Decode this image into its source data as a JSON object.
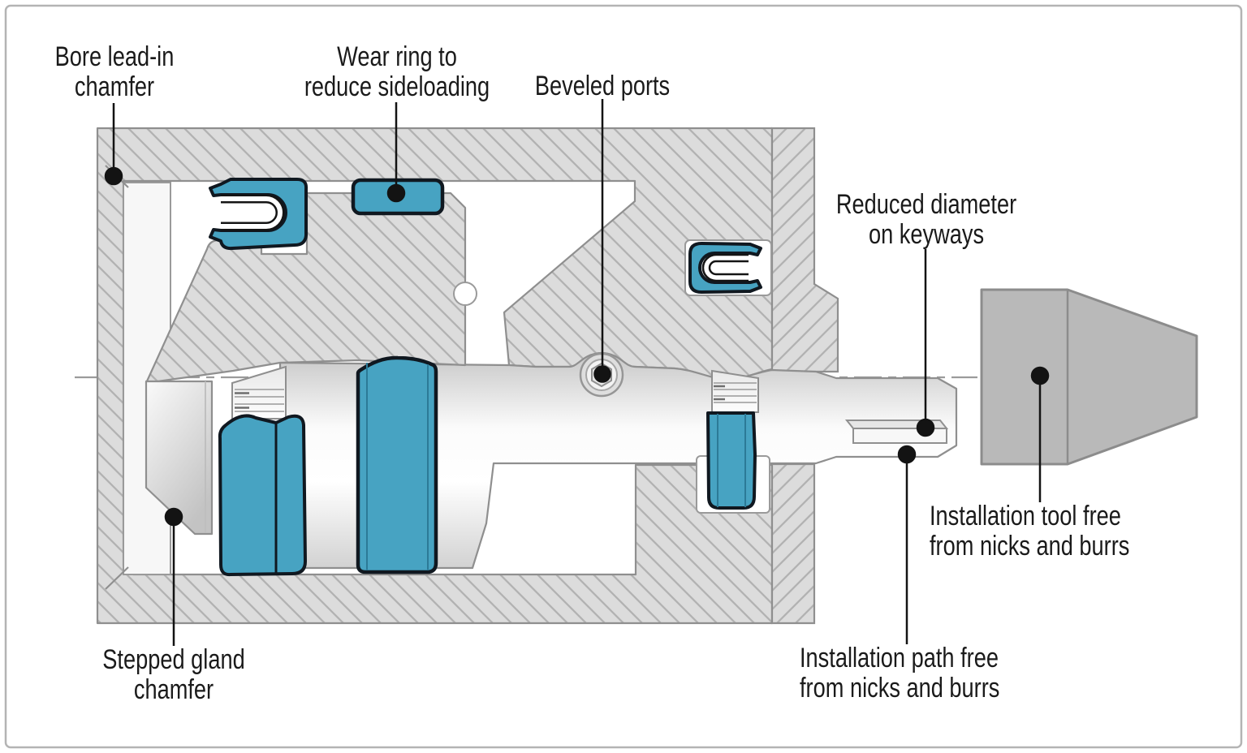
{
  "diagram": {
    "labels": {
      "bore_chamfer": "Bore lead-in\nchamfer",
      "wear_ring": "Wear ring to\nreduce sideloading",
      "beveled_ports": "Beveled ports",
      "reduced_diameter": "Reduced diameter\non keyways",
      "installation_tool": "Installation tool free\nfrom nicks and burrs",
      "stepped_gland": "Stepped gland\nchamfer",
      "installation_path": "Installation path free\nfrom nicks and burrs"
    },
    "colors": {
      "seal_blue": "#47a3c2",
      "seal_outline": "#101820",
      "metal_fill": "#dcdcdc",
      "hatch_line": "#b2b2b2",
      "outline_gray": "#8f8f8f",
      "tool_gray": "#b9b9b9",
      "leader_black": "#131313",
      "label_text": "#1a1a1a"
    }
  }
}
